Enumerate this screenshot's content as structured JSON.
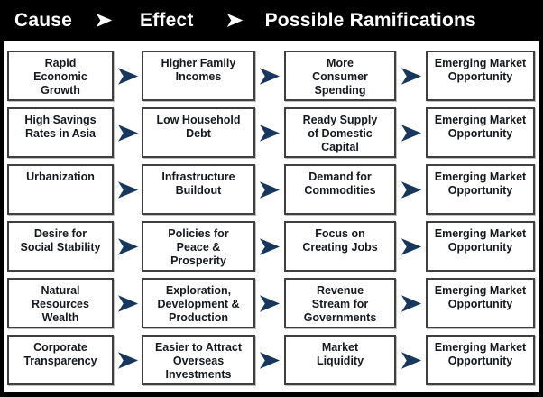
{
  "header": {
    "cause_label": "Cause",
    "effect_label": "Effect",
    "ramifications_label": "Possible Ramifications"
  },
  "colors": {
    "header_bg": "#000000",
    "header_text": "#ffffff",
    "flow_arrow": "#17375d",
    "box_border": "#3f3f3f",
    "box_text": "#15191e",
    "body_bg": "#ffffff"
  },
  "rows": [
    {
      "cause": "Rapid\nEconomic\nGrowth",
      "effect": "Higher Family\nIncomes",
      "ramification": "More\nConsumer\nSpending",
      "outcome": "Emerging Market\nOpportunity"
    },
    {
      "cause": "High Savings\nRates in Asia",
      "effect": "Low Household\nDebt",
      "ramification": "Ready Supply\nof Domestic\nCapital",
      "outcome": "Emerging Market\nOpportunity"
    },
    {
      "cause": "Urbanization",
      "effect": "Infrastructure\nBuildout",
      "ramification": "Demand for\nCommodities",
      "outcome": "Emerging Market\nOpportunity"
    },
    {
      "cause": "Desire for\nSocial Stability",
      "effect": "Policies for\nPeace &\nProsperity",
      "ramification": "Focus on\nCreating Jobs",
      "outcome": "Emerging Market\nOpportunity"
    },
    {
      "cause": "Natural\nResources\nWealth",
      "effect": "Exploration,\nDevelopment &\nProduction",
      "ramification": "Revenue\nStream for\nGovernments",
      "outcome": "Emerging Market\nOpportunity"
    },
    {
      "cause": "Corporate\nTransparency",
      "effect": "Easier to Attract\nOverseas\nInvestments",
      "ramification": "Market\nLiquidity",
      "outcome": "Emerging Market\nOpportunity"
    }
  ]
}
